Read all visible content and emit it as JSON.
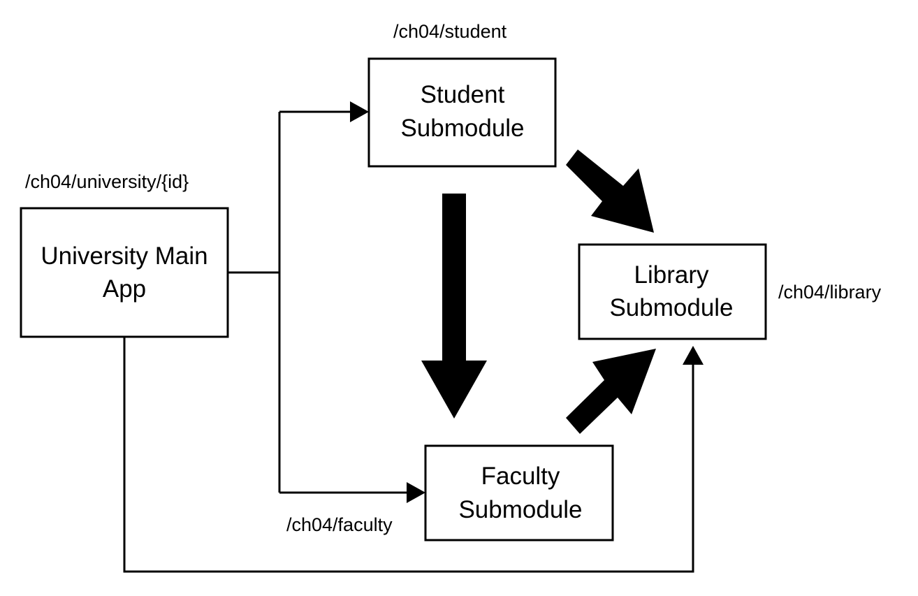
{
  "colors": {
    "stroke": "#000000",
    "background": "#ffffff"
  },
  "nodes": {
    "university": {
      "label_line1": "University Main",
      "label_line2": "App",
      "path": "/ch04/university/{id}"
    },
    "student": {
      "label_line1": "Student",
      "label_line2": "Submodule",
      "path": "/ch04/student"
    },
    "faculty": {
      "label_line1": "Faculty",
      "label_line2": "Submodule",
      "path": "/ch04/faculty"
    },
    "library": {
      "label_line1": "Library",
      "label_line2": "Submodule",
      "path": "/ch04/library"
    }
  },
  "edges": [
    {
      "from": "university",
      "to": "student",
      "style": "thin-arrow"
    },
    {
      "from": "university",
      "to": "faculty",
      "style": "thin-arrow"
    },
    {
      "from": "university",
      "to": "library",
      "style": "thin-arrow"
    },
    {
      "from": "student",
      "to": "faculty",
      "style": "block-arrow"
    },
    {
      "from": "student",
      "to": "library",
      "style": "block-arrow"
    },
    {
      "from": "faculty",
      "to": "library",
      "style": "block-arrow"
    }
  ]
}
